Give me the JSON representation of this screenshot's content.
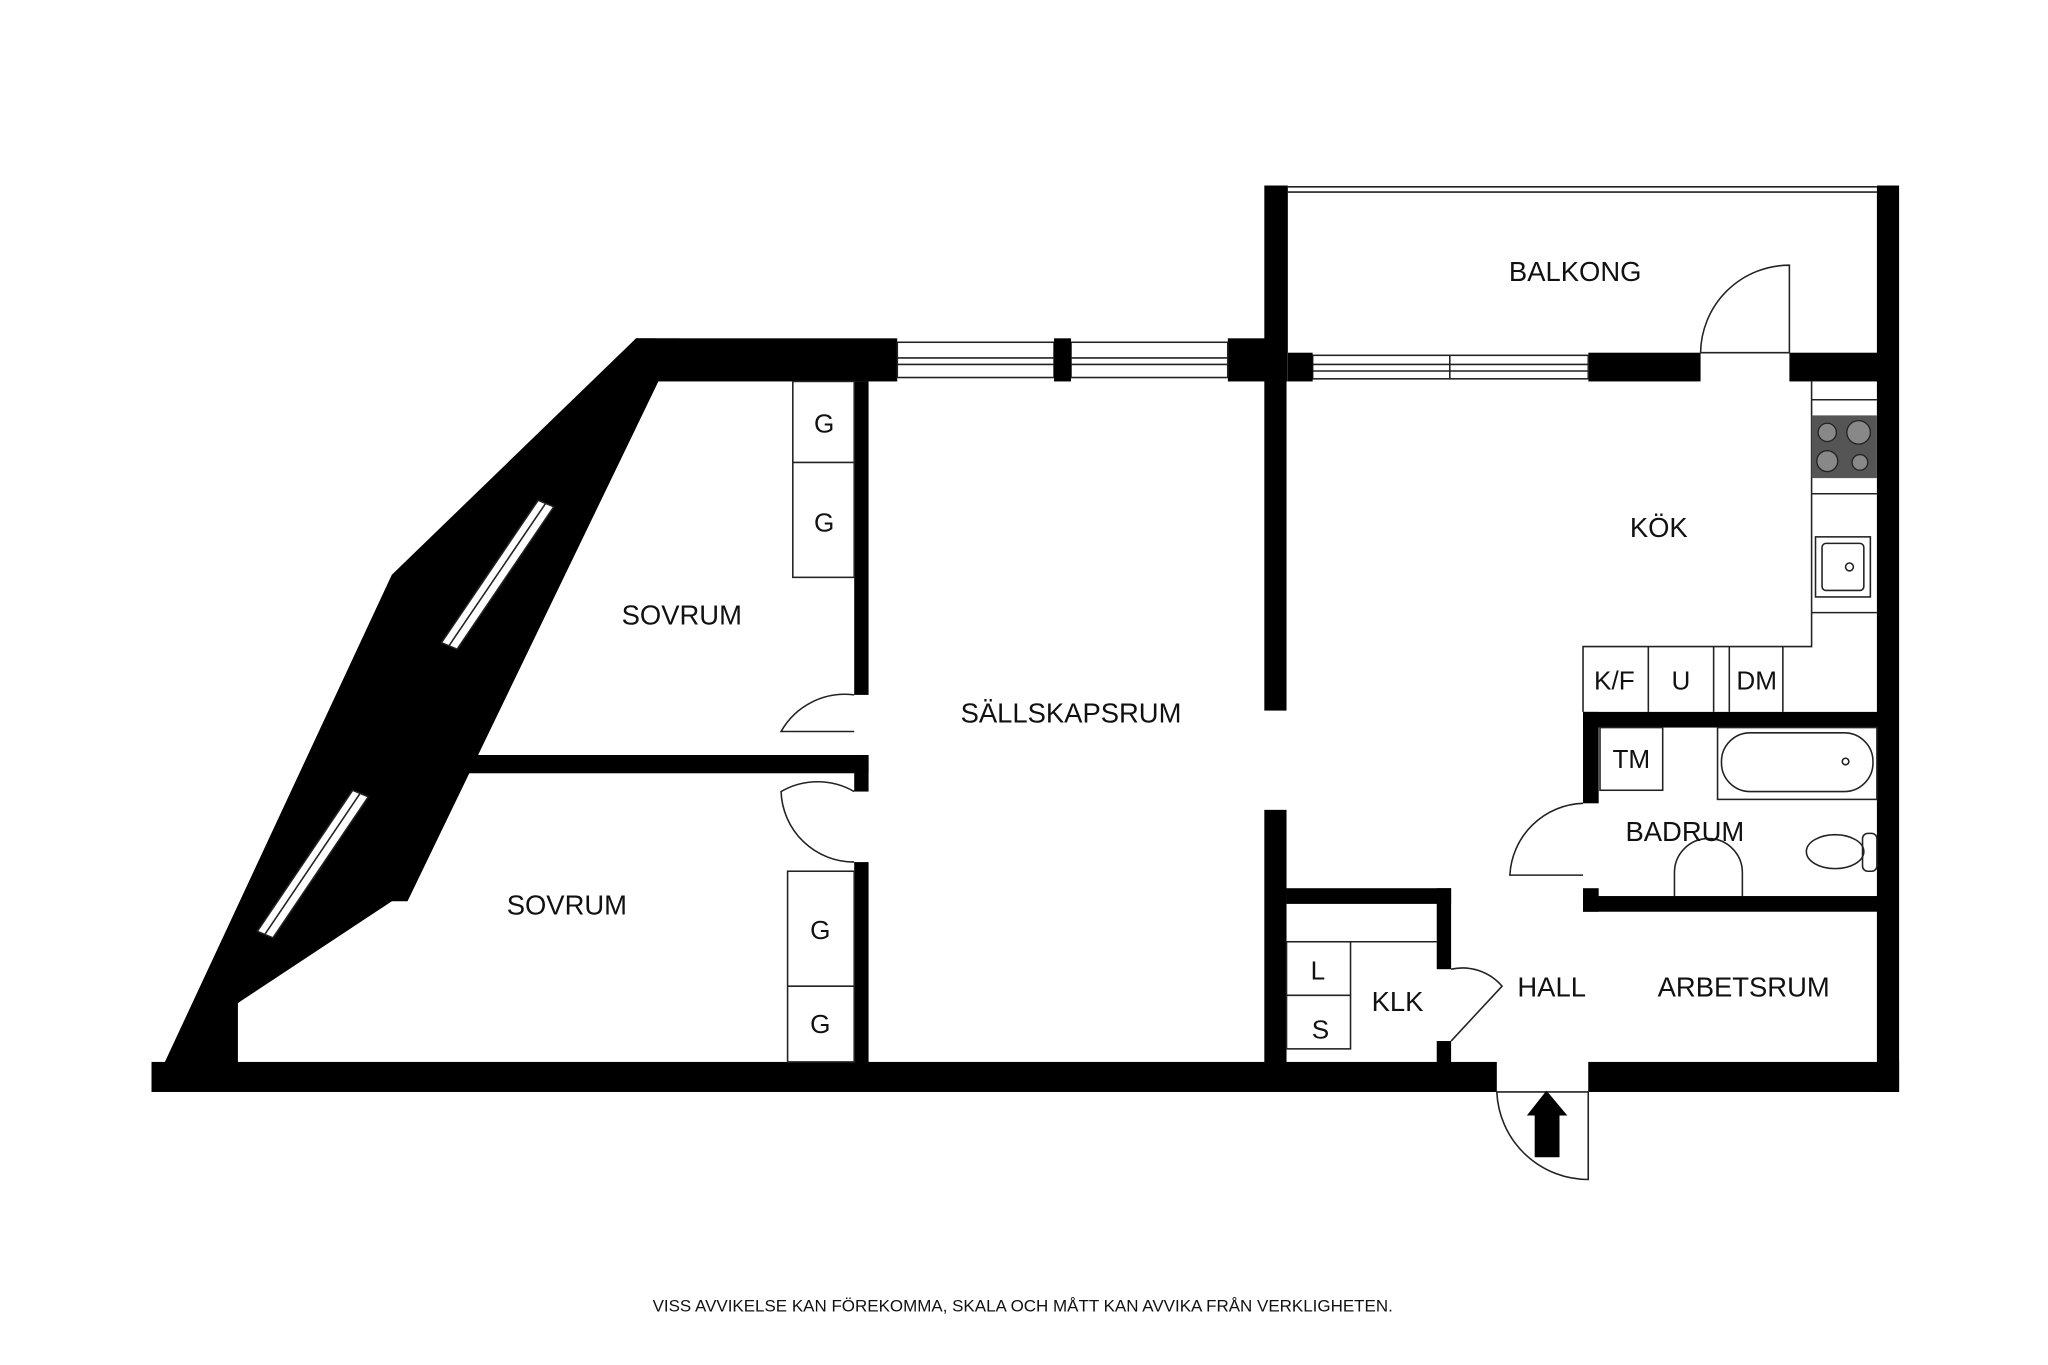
{
  "plan": {
    "rooms": [
      {
        "id": "balkong",
        "label": "BALKONG"
      },
      {
        "id": "kok",
        "label": "KÖK"
      },
      {
        "id": "sovrum1",
        "label": "SOVRUM"
      },
      {
        "id": "sovrum2",
        "label": "SOVRUM"
      },
      {
        "id": "sallskapsrum",
        "label": "SÄLLSKAPSRUM"
      },
      {
        "id": "badrum",
        "label": "BADRUM"
      },
      {
        "id": "klk",
        "label": "KLK"
      },
      {
        "id": "hall",
        "label": "HALL"
      },
      {
        "id": "arbetsrum",
        "label": "ARBETSRUM"
      }
    ],
    "fixtures": {
      "wardrobe": "G",
      "fridge_freezer": "K/F",
      "oven": "U",
      "dishwasher": "DM",
      "washing_machine": "TM",
      "shelf_l": "L",
      "shelf_s": "S"
    },
    "entrance_icon": "arrow-up-icon",
    "colors": {
      "wall": "#000000",
      "background": "#ffffff",
      "stove": "#555555"
    }
  },
  "footer": {
    "disclaimer": "VISS AVVIKELSE KAN FÖREKOMMA, SKALA OCH MÅTT KAN AVVIKA FRÅN VERKLIGHETEN."
  }
}
